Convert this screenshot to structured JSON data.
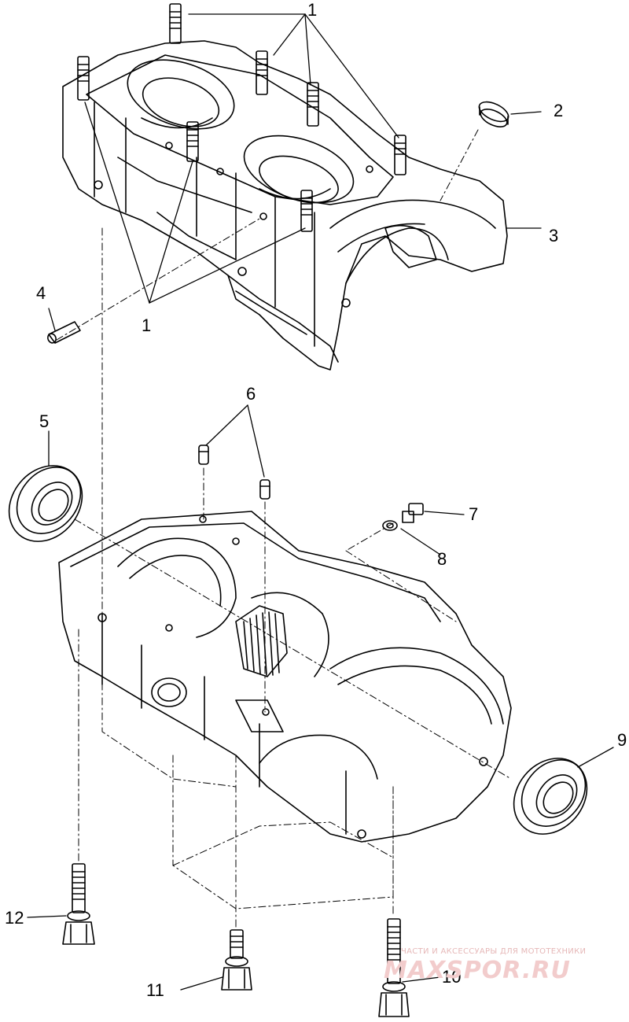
{
  "callouts": {
    "c1_top": "1",
    "c1_bottom": "1",
    "c2": "2",
    "c3": "3",
    "c4": "4",
    "c5": "5",
    "c6": "6",
    "c7": "7",
    "c8": "8",
    "c9": "9",
    "c10": "10",
    "c11": "11",
    "c12": "12"
  },
  "watermark": {
    "tagline": "ЧАСТИ И АКСЕССУАРЫ ДЛЯ МОТОТЕХНИКИ",
    "logo": "MAXSPOR.RU"
  },
  "colors": {
    "line": "#000000",
    "background": "#ffffff",
    "watermark": "#f2cccc"
  }
}
